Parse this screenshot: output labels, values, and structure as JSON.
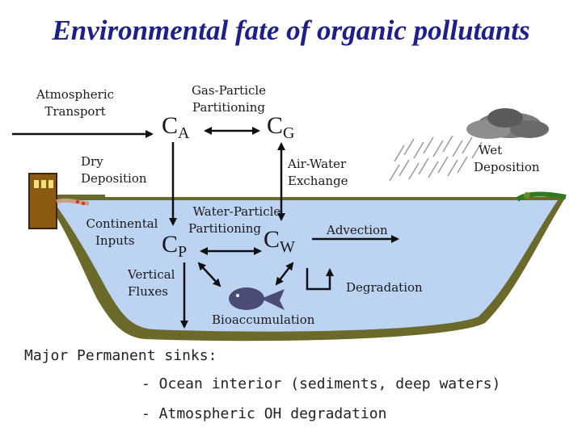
{
  "title": "Environmental fate of organic pollutants",
  "labels": {
    "atmospheric_transport": [
      "Atmospheric",
      "Transport"
    ],
    "gas_particle": [
      "Gas-Particle",
      "Partitioning"
    ],
    "dry_deposition": [
      "Dry",
      "Deposition"
    ],
    "air_water": [
      "Air-Water",
      "Exchange"
    ],
    "wet_deposition": [
      "Wet",
      "Deposition"
    ],
    "water_particle": [
      "Water-Particle",
      "Partitioning"
    ],
    "continental_inputs": [
      "Continental",
      "Inputs"
    ],
    "advection": "Advection",
    "vertical_fluxes": [
      "Vertical",
      "Fluxes"
    ],
    "degradation": "Degradation",
    "bioaccumulation": "Bioaccumulation"
  },
  "symbols": {
    "ca": {
      "base": "C",
      "sub": "A"
    },
    "cg": {
      "base": "C",
      "sub": "G"
    },
    "cp": {
      "base": "C",
      "sub": "P"
    },
    "cw": {
      "base": "C",
      "sub": "W"
    }
  },
  "sinks": {
    "heading": "Major Permanent sinks:",
    "items": [
      "- Ocean interior (sediments, deep waters)",
      "- Atmospheric OH degradation"
    ]
  },
  "colors": {
    "title": "#1f1f8a",
    "water": "#bcd3f2",
    "sediment": "#6b6a2a",
    "arrow": "#111111",
    "factory": "#8a5a12",
    "fish": "#4b4b78",
    "cloud": "#555555"
  }
}
